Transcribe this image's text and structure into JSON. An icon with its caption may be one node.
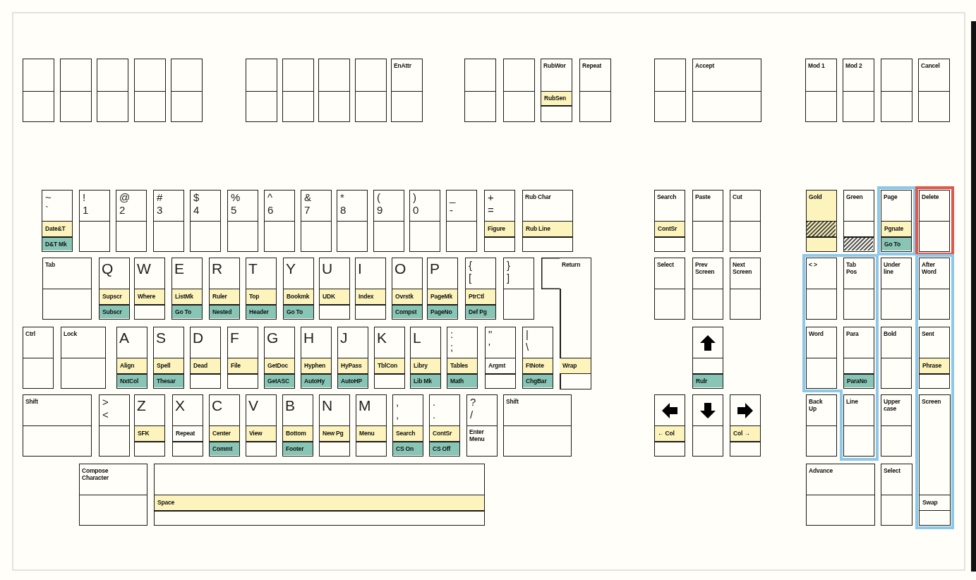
{
  "diagram": {
    "nodes": [
      {
        "text": [],
        "shape": "box"
      },
      {
        "text": [],
        "shape": "box"
      },
      {
        "text": [],
        "shape": "box"
      },
      {
        "text": [],
        "shape": "box"
      },
      {
        "text": [],
        "shape": "box"
      },
      {
        "text": [],
        "shape": "box"
      },
      {
        "text": [],
        "shape": "box"
      },
      {
        "text": [],
        "shape": "box"
      },
      {
        "text": [],
        "shape": "box"
      },
      {
        "text": [
          "EnAttr"
        ]
      },
      {
        "text": [],
        "shape": "box"
      },
      {
        "text": [],
        "shape": "box"
      },
      {
        "text": [
          "RubWor",
          "RubSen"
        ]
      },
      {
        "text": [
          "Repeat"
        ]
      },
      {
        "text": [],
        "shape": "box"
      },
      {
        "text": [
          "Accept"
        ]
      },
      {
        "text": [
          "Mod 1"
        ]
      },
      {
        "text": [
          "Mod 2"
        ]
      },
      {
        "text": [],
        "shape": "box"
      },
      {
        "text": [
          "Cancel"
        ]
      },
      {
        "text": [
          "~",
          "`",
          "Date&T",
          "D&T Mk"
        ]
      },
      {
        "text": [
          "!",
          "1"
        ]
      },
      {
        "text": [
          "@",
          "2"
        ]
      },
      {
        "text": [
          "#",
          "3"
        ]
      },
      {
        "text": [
          "$",
          "4"
        ]
      },
      {
        "text": [
          "%",
          "5"
        ]
      },
      {
        "text": [
          "^",
          "6"
        ]
      },
      {
        "text": [
          "&",
          "7"
        ]
      },
      {
        "text": [
          "*",
          "8"
        ]
      },
      {
        "text": [
          "(",
          "9"
        ]
      },
      {
        "text": [
          ")",
          "0"
        ]
      },
      {
        "text": [
          "_",
          "-"
        ]
      },
      {
        "text": [
          "+",
          "=",
          "Figure"
        ]
      },
      {
        "text": [
          "Rub Char",
          "Rub Line"
        ]
      },
      {
        "text": [
          "Search",
          "ContSr"
        ]
      },
      {
        "text": [
          "Paste"
        ]
      },
      {
        "text": [
          "Cut"
        ]
      },
      {
        "text": [
          "Gold"
        ]
      },
      {
        "text": [
          "Green"
        ]
      },
      {
        "text": [
          "Page",
          "Pgnate",
          "Go To"
        ]
      },
      {
        "text": [
          "Delete"
        ]
      },
      {
        "text": [
          "Tab"
        ]
      },
      {
        "text": [
          "Q",
          "Supscr",
          "Subscr"
        ]
      },
      {
        "text": [
          "W",
          "Where"
        ]
      },
      {
        "text": [
          "E",
          "ListMk",
          "Go To"
        ]
      },
      {
        "text": [
          "R",
          "Ruler",
          "Nested"
        ]
      },
      {
        "text": [
          "T",
          "Top",
          "Header"
        ]
      },
      {
        "text": [
          "Y",
          "Bookmk",
          "Go To"
        ]
      },
      {
        "text": [
          "U",
          "UDK"
        ]
      },
      {
        "text": [
          "I",
          "Index"
        ]
      },
      {
        "text": [
          "O",
          "Ovrstk",
          "Compst"
        ]
      },
      {
        "text": [
          "P",
          "PageMk",
          "PageNo"
        ]
      },
      {
        "text": [
          "{",
          "[",
          "PtrCtl",
          "Def Pg"
        ]
      },
      {
        "text": [
          "}",
          "]"
        ]
      },
      {
        "text": [
          "Return",
          "Wrap"
        ]
      },
      {
        "text": [
          "Select"
        ]
      },
      {
        "text": [
          "Prev Screen"
        ]
      },
      {
        "text": [
          "Next Screen"
        ]
      },
      {
        "text": [
          "< >"
        ]
      },
      {
        "text": [
          "Tab Pos"
        ]
      },
      {
        "text": [
          "Under line"
        ]
      },
      {
        "text": [
          "After Word"
        ]
      },
      {
        "text": [
          "Ctrl"
        ]
      },
      {
        "text": [
          "Lock"
        ]
      },
      {
        "text": [
          "A",
          "Align",
          "NxtCol"
        ]
      },
      {
        "text": [
          "S",
          "Spell",
          "Thesar"
        ]
      },
      {
        "text": [
          "D",
          "Dead"
        ]
      },
      {
        "text": [
          "F",
          "File"
        ]
      },
      {
        "text": [
          "G",
          "GetDoc",
          "GetASC"
        ]
      },
      {
        "text": [
          "H",
          "Hyphen",
          "AutoHy"
        ]
      },
      {
        "text": [
          "J",
          "HyPass",
          "AutoHP"
        ]
      },
      {
        "text": [
          "K",
          "TblCon"
        ]
      },
      {
        "text": [
          "L",
          "Libry",
          "Lib Mk"
        ]
      },
      {
        "text": [
          ":",
          ";",
          "Tables",
          "Math"
        ]
      },
      {
        "text": [
          "\"",
          "'",
          "Argmt"
        ]
      },
      {
        "text": [
          "|",
          "\\",
          "FtNote",
          "ChgBar"
        ]
      },
      {
        "text": [
          "Rulr"
        ]
      },
      {
        "text": [
          "Word"
        ]
      },
      {
        "text": [
          "Para",
          "ParaNo"
        ]
      },
      {
        "text": [
          "Bold"
        ]
      },
      {
        "text": [
          "Sent",
          "Phrase"
        ]
      },
      {
        "text": [
          "Shift"
        ]
      },
      {
        "text": [
          ">",
          "<"
        ]
      },
      {
        "text": [
          "Z",
          "SFK"
        ]
      },
      {
        "text": [
          "X",
          "Repeat"
        ]
      },
      {
        "text": [
          "C",
          "Center",
          "Commt"
        ]
      },
      {
        "text": [
          "V",
          "View"
        ]
      },
      {
        "text": [
          "B",
          "Bottom",
          "Footer"
        ]
      },
      {
        "text": [
          "N",
          "New Pg"
        ]
      },
      {
        "text": [
          "M",
          "Menu"
        ]
      },
      {
        "text": [
          ",",
          ",",
          "Search",
          "CS On"
        ]
      },
      {
        "text": [
          ".",
          ".",
          "ContSr",
          "CS Off"
        ]
      },
      {
        "text": [
          "?",
          "/",
          "Enter Menu"
        ]
      },
      {
        "text": [
          "Shift"
        ]
      },
      {
        "text": [
          "← Col"
        ]
      },
      {
        "text": [],
        "shape": "box"
      },
      {
        "text": [
          "Col →"
        ]
      },
      {
        "text": [
          "Back Up"
        ]
      },
      {
        "text": [
          "Line"
        ]
      },
      {
        "text": [
          "Upper case"
        ]
      },
      {
        "text": [
          "Screen",
          "Swap"
        ]
      },
      {
        "text": [
          "Compose Character"
        ]
      },
      {
        "text": [
          "Space"
        ]
      },
      {
        "text": [
          "Advance"
        ]
      },
      {
        "text": [
          "Select"
        ]
      }
    ]
  }
}
